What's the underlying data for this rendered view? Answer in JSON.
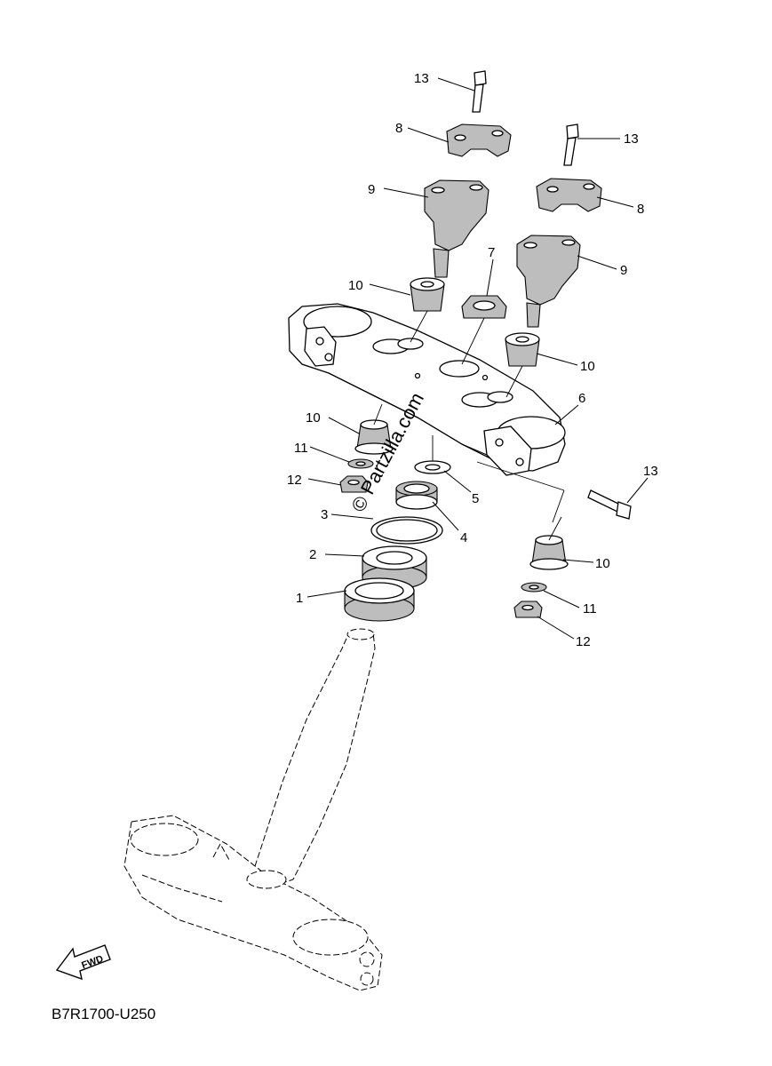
{
  "diagram": {
    "code": "B7R1700-U250",
    "watermark": "© Partzilla.com",
    "fwd_label": "FWD",
    "callouts": [
      {
        "id": "c13a",
        "text": "13"
      },
      {
        "id": "c8a",
        "text": "8"
      },
      {
        "id": "c9a",
        "text": "9"
      },
      {
        "id": "c13b",
        "text": "13"
      },
      {
        "id": "c8b",
        "text": "8"
      },
      {
        "id": "c9b",
        "text": "9"
      },
      {
        "id": "c7",
        "text": "7"
      },
      {
        "id": "c10a",
        "text": "10"
      },
      {
        "id": "c10b",
        "text": "10"
      },
      {
        "id": "c6",
        "text": "6"
      },
      {
        "id": "c10c",
        "text": "10"
      },
      {
        "id": "c11a",
        "text": "11"
      },
      {
        "id": "c12a",
        "text": "12"
      },
      {
        "id": "c13c",
        "text": "13"
      },
      {
        "id": "c5",
        "text": "5"
      },
      {
        "id": "c3",
        "text": "3"
      },
      {
        "id": "c4",
        "text": "4"
      },
      {
        "id": "c2",
        "text": "2"
      },
      {
        "id": "c10d",
        "text": "10"
      },
      {
        "id": "c1",
        "text": "1"
      },
      {
        "id": "c11b",
        "text": "11"
      },
      {
        "id": "c12b",
        "text": "12"
      }
    ]
  }
}
